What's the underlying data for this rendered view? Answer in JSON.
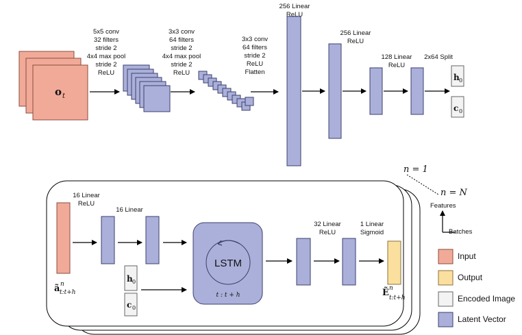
{
  "encoder": {
    "input_label": "o",
    "input_sub": "t",
    "conv1": [
      "5x5 conv",
      "32 filters",
      "stride 2",
      "4x4 max pool",
      "stride 2",
      "ReLU"
    ],
    "conv2": [
      "3x3 conv",
      "64 filters",
      "stride 2",
      "4x4 max pool",
      "stride 2",
      "ReLU"
    ],
    "conv3": [
      "3x3 conv",
      "64 filters",
      "stride 2",
      "ReLU",
      "Flatten"
    ],
    "fc1": [
      "256 Linear",
      "ReLU"
    ],
    "fc2": [
      "256 Linear",
      "ReLU"
    ],
    "fc3": [
      "128 Linear",
      "ReLU"
    ],
    "split": "2x64 Split",
    "h0": "h",
    "h0_sub": "0",
    "c0": "c",
    "c0_sub": "0"
  },
  "decoder": {
    "stack_top": "n = 1",
    "stack_bottom": "n = N",
    "fc_in": [
      "16 Linear",
      "ReLU"
    ],
    "fc_in2": "16 Linear",
    "input_vec": "ã",
    "input_vec_sup": "n",
    "input_vec_sub": "t:t+h",
    "h0": "h",
    "h0_sub": "0",
    "c0": "c",
    "c0_sub": "0",
    "lstm": "LSTM",
    "lstm_range": "t : t + h",
    "fc_out1": [
      "32 Linear",
      "ReLU"
    ],
    "fc_out2": [
      "1 Linear",
      "Sigmoid"
    ],
    "output_vec": "Ẽ",
    "output_vec_sup": "n",
    "output_vec_sub": "t:t+h"
  },
  "axes": {
    "features": "Features",
    "batches": "Batches"
  },
  "legend": [
    {
      "label": "Input",
      "color": "#f2aa98"
    },
    {
      "label": "Output",
      "color": "#fbdf9e"
    },
    {
      "label": "Encoded Image",
      "color": "#f3f3f3"
    },
    {
      "label": "Latent Vector",
      "color": "#aab0d9"
    }
  ]
}
